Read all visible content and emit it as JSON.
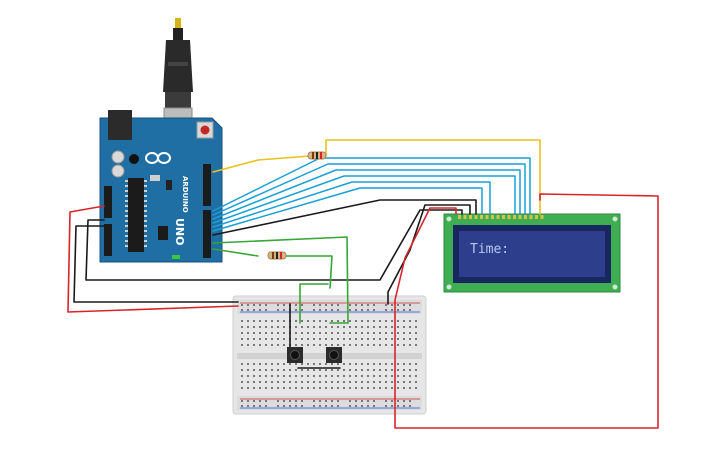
{
  "arduino": {
    "brand_vertical": "ARDUINO",
    "model": "UNO",
    "color": "#1f6ea4"
  },
  "lcd": {
    "text": "Time:",
    "frame_color": "#3fae52",
    "screen_color": "#2d3f8c"
  },
  "wire_colors": {
    "yellow": "#e8c21c",
    "blue": "#1a9fd6",
    "black": "#1a1a1a",
    "red": "#d8242a",
    "green": "#36a636"
  }
}
